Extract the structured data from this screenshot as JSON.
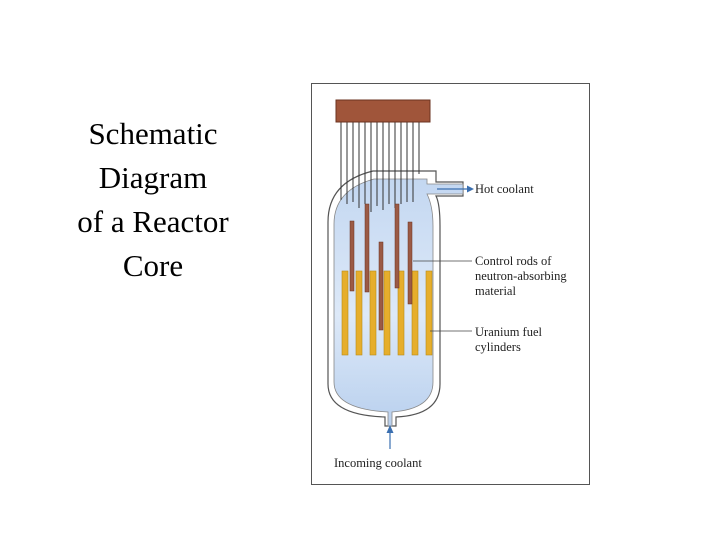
{
  "slide": {
    "title_lines": [
      "Schematic",
      "Diagram",
      "of a Reactor",
      "Core"
    ]
  },
  "diagram": {
    "labels": {
      "hot_coolant": "Hot coolant",
      "control_rods": [
        "Control rods of",
        "neutron-absorbing",
        "material"
      ],
      "fuel": [
        "Uranium fuel",
        "cylinders"
      ],
      "incoming_coolant": "Incoming coolant"
    },
    "colors": {
      "drive_head": "#a0553a",
      "control_rod": "#9b5a45",
      "fuel_cylinder": "#e6ae2c",
      "coolant": "#c8dcf4",
      "arrow": "#3a6fb0"
    }
  }
}
